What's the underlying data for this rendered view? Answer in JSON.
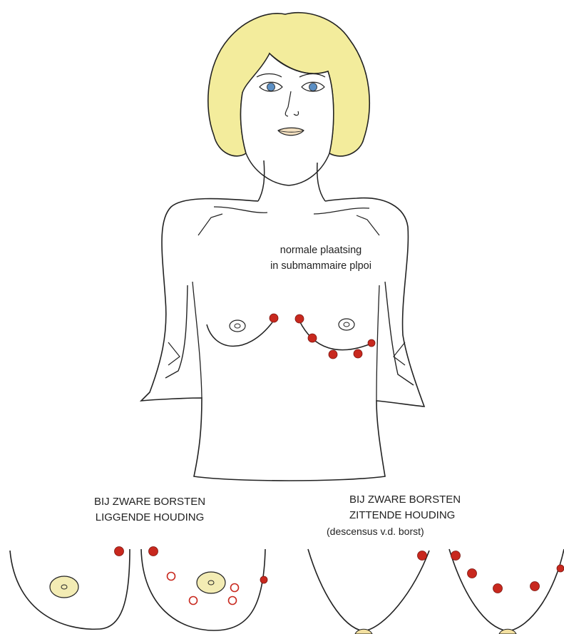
{
  "labels": {
    "main_line1": "normale plaatsing",
    "main_line2": "in submammaire plpoi",
    "lying_line1": "BIJ ZWARE BORSTEN",
    "lying_line2": "LIGGENDE HOUDING",
    "sitting_line1": "BIJ ZWARE BORSTEN",
    "sitting_line2": "ZITTENDE HOUDING",
    "sitting_line3": "(descensus v.d. borst)"
  },
  "colors": {
    "outline": "#222222",
    "hair": "#f3ec9c",
    "eye": "#5b8fc4",
    "electrode_fill": "#c8281e",
    "electrode_outline": "#c8281e",
    "areola": "#f3ecb4",
    "lips": "#f3e0c0"
  }
}
